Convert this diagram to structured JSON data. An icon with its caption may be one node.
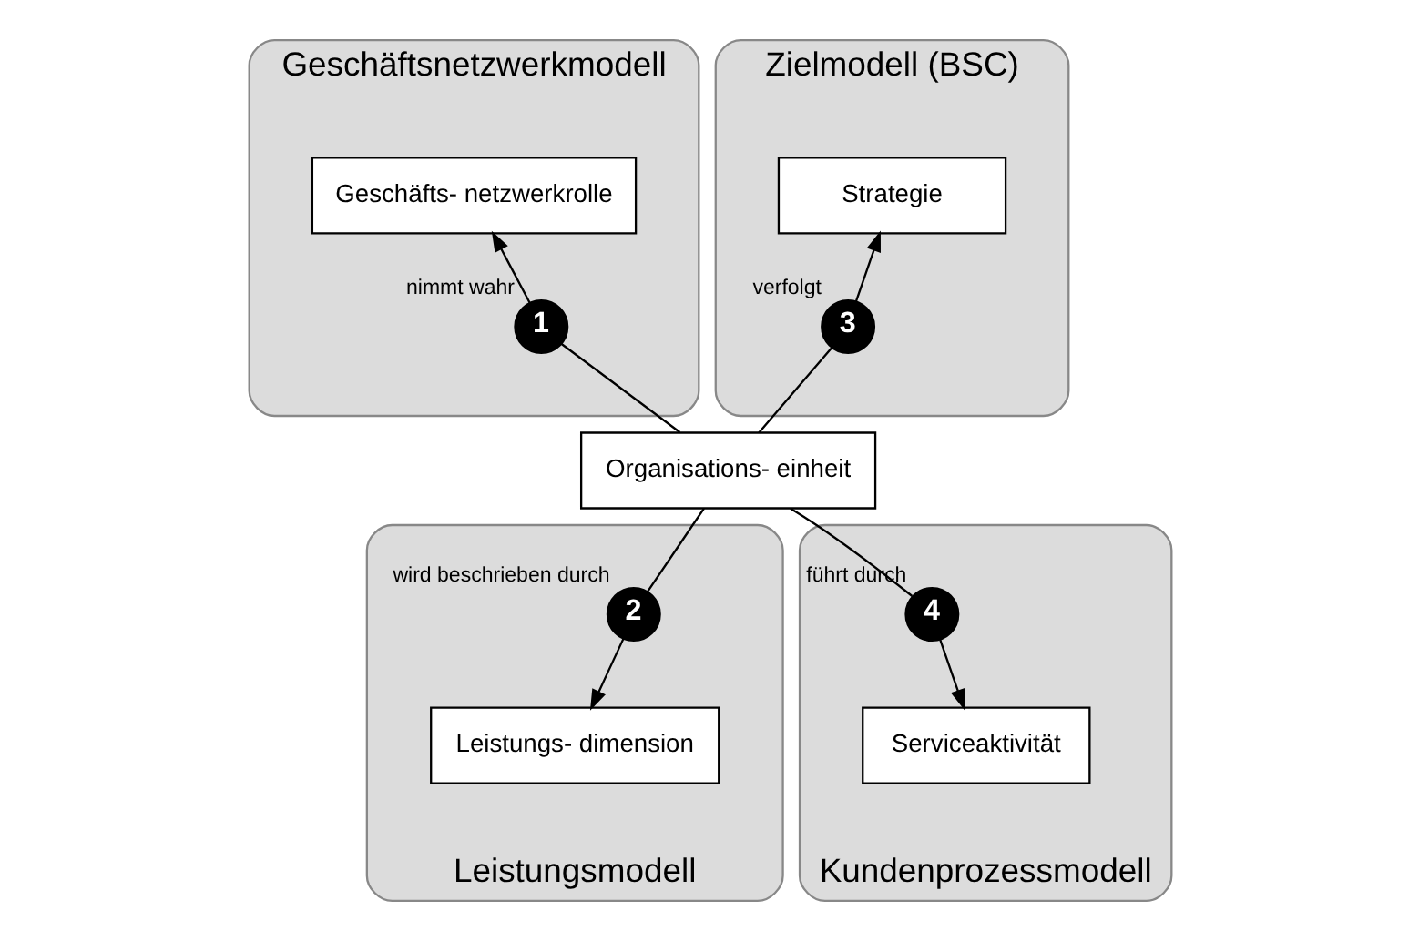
{
  "diagram": {
    "nodes": [
      {
        "text": [
          "Geschäftsnetzwerkmodell"
        ]
      },
      {
        "text": [
          "Geschäfts- netzwerkrolle"
        ],
        "in": 0
      },
      {
        "text": [
          "1"
        ],
        "in": 0,
        "beside": [
          "nimmt wahr"
        ]
      },
      {
        "text": [
          "Zielmodell (BSC)"
        ]
      },
      {
        "text": [
          "Strategie"
        ],
        "in": 3
      },
      {
        "text": [
          "3"
        ],
        "in": 3,
        "beside": [
          "verfolgt"
        ]
      },
      {
        "text": [
          "Organisations- einheit"
        ]
      },
      {
        "text": [
          "Leistungsmodell"
        ]
      },
      {
        "text": [
          "2"
        ],
        "in": 7,
        "beside": [
          "wird beschrieben durch"
        ]
      },
      {
        "text": [
          "Leistungs- dimension"
        ],
        "in": 7
      },
      {
        "text": [
          "Kundenprozessmodell"
        ]
      },
      {
        "text": [
          "4"
        ],
        "in": 10,
        "beside": [
          "führt durch"
        ]
      },
      {
        "text": [
          "Serviceaktivität"
        ],
        "in": 10
      }
    ],
    "edges": [
      {
        "from": 6,
        "to": 2,
        "arrow": "none"
      },
      {
        "from": 2,
        "to": 1,
        "arrow": "to"
      },
      {
        "from": 6,
        "to": 5,
        "arrow": "none"
      },
      {
        "from": 5,
        "to": 4,
        "arrow": "to"
      },
      {
        "from": 6,
        "to": 8,
        "arrow": "none"
      },
      {
        "from": 8,
        "to": 9,
        "arrow": "to"
      },
      {
        "from": 6,
        "to": 11,
        "arrow": "none"
      },
      {
        "from": 11,
        "to": 12,
        "arrow": "to"
      }
    ]
  }
}
